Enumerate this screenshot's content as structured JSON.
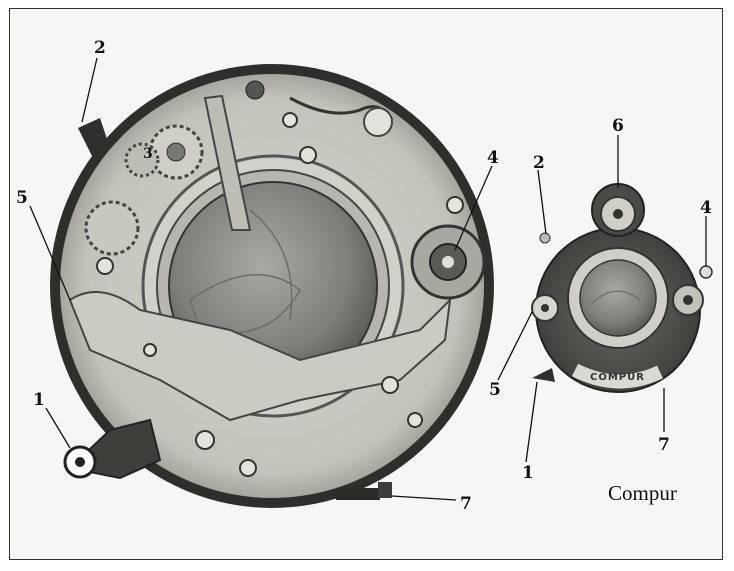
{
  "labels": {
    "large_1": "1",
    "large_2": "2",
    "large_3": "3",
    "large_4": "4",
    "large_5": "5",
    "large_7": "7",
    "small_1": "1",
    "small_2": "2",
    "small_4": "4",
    "small_5": "5",
    "small_6": "6",
    "small_7": "7"
  },
  "ring_text": "COMPUR",
  "caption": "Compur"
}
